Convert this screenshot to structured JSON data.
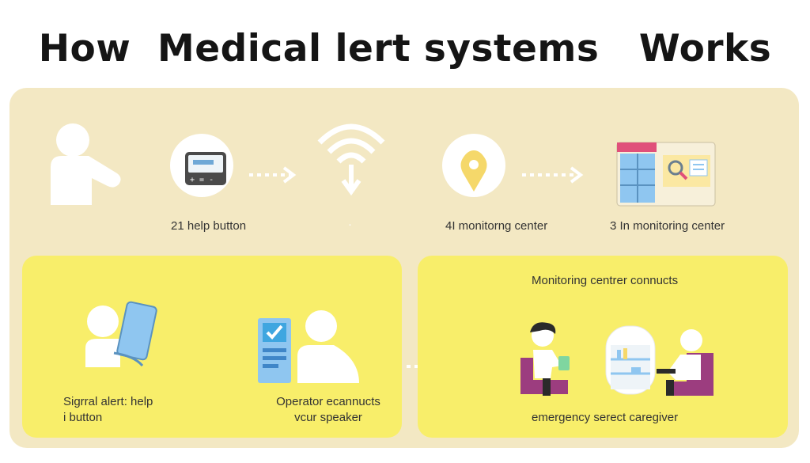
{
  "title": "How  Medical lert systems   Works",
  "top_row": {
    "label_1": "21 help button",
    "label_2": "·",
    "label_3": "4I monitorng center",
    "label_4": "3 In monitoring center"
  },
  "bottom_left": {
    "caption_1_line1": "Sigrral alert: help",
    "caption_1_line2": "i button",
    "caption_2_line1": "Operator ecannucts",
    "caption_2_line2": "vcur speaker"
  },
  "bottom_right": {
    "heading": "Monitoring centrer connucts",
    "caption": "emergency serect caregiver"
  },
  "colors": {
    "panel_bg": "#f3e8c3",
    "card_bg": "#f8ee6a",
    "accent_yellow": "#f5d86a",
    "accent_blue": "#8fc6f0",
    "accent_purple": "#9c3d7f"
  }
}
